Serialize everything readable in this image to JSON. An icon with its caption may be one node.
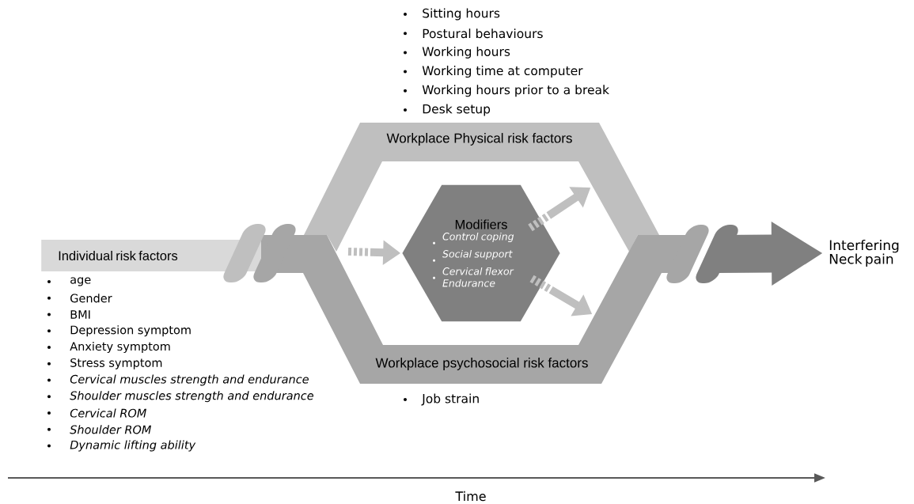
{
  "diagram": {
    "nodes": [
      {
        "text": [
          "Individual risk factors"
        ],
        "beside": [
          "age",
          "Gender",
          "BMI",
          "Depression symptom",
          "Anxiety symptom",
          "Stress symptom",
          "Cervical muscles strength and endurance",
          "Shoulder muscles strength and endurance",
          "Cervical ROM",
          "Shoulder ROM",
          "Dynamic lifting ability"
        ]
      },
      {
        "text": [
          "Workplace Physical risk factors"
        ],
        "beside": [
          "Sitting hours",
          "Postural behaviours",
          "Working hours",
          "Working time at computer",
          "Working hours prior to a break",
          "Desk setup"
        ]
      },
      {
        "text": [
          "Workplace psychosocial risk factors"
        ],
        "beside": [
          "Job strain"
        ]
      },
      {
        "text": [
          "Modifiers",
          "Control coping",
          "Social support",
          "Cervical flexor Endurance"
        ]
      },
      {
        "text": [
          "Interfering Neck pain"
        ]
      }
    ],
    "edges": [
      {
        "from": 1,
        "to": 3,
        "arrow": "to",
        "style": "dashed"
      },
      {
        "from": 3,
        "to": 1,
        "arrow": "to",
        "style": "dashed"
      },
      {
        "from": 3,
        "to": 2,
        "arrow": "to",
        "style": "dashed"
      },
      {
        "from": 2,
        "to": 4,
        "arrow": "to",
        "style": "thick"
      }
    ],
    "labels": [
      "Time"
    ]
  }
}
